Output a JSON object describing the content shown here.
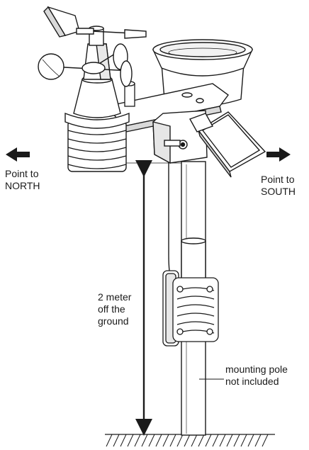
{
  "labels": {
    "north_line1": "Point to",
    "north_line2": "NORTH",
    "south_line1": "Point to",
    "south_line2": "SOUTH",
    "height_line1": "2 meter",
    "height_line2": "off the",
    "height_line3": "ground",
    "pole_line1": "mounting pole",
    "pole_line2": "not included"
  },
  "colors": {
    "stroke": "#1a1a1a",
    "body_fill": "#ffffff",
    "shade": "#d9d9d9",
    "dark_shade": "#9a9a9a"
  }
}
